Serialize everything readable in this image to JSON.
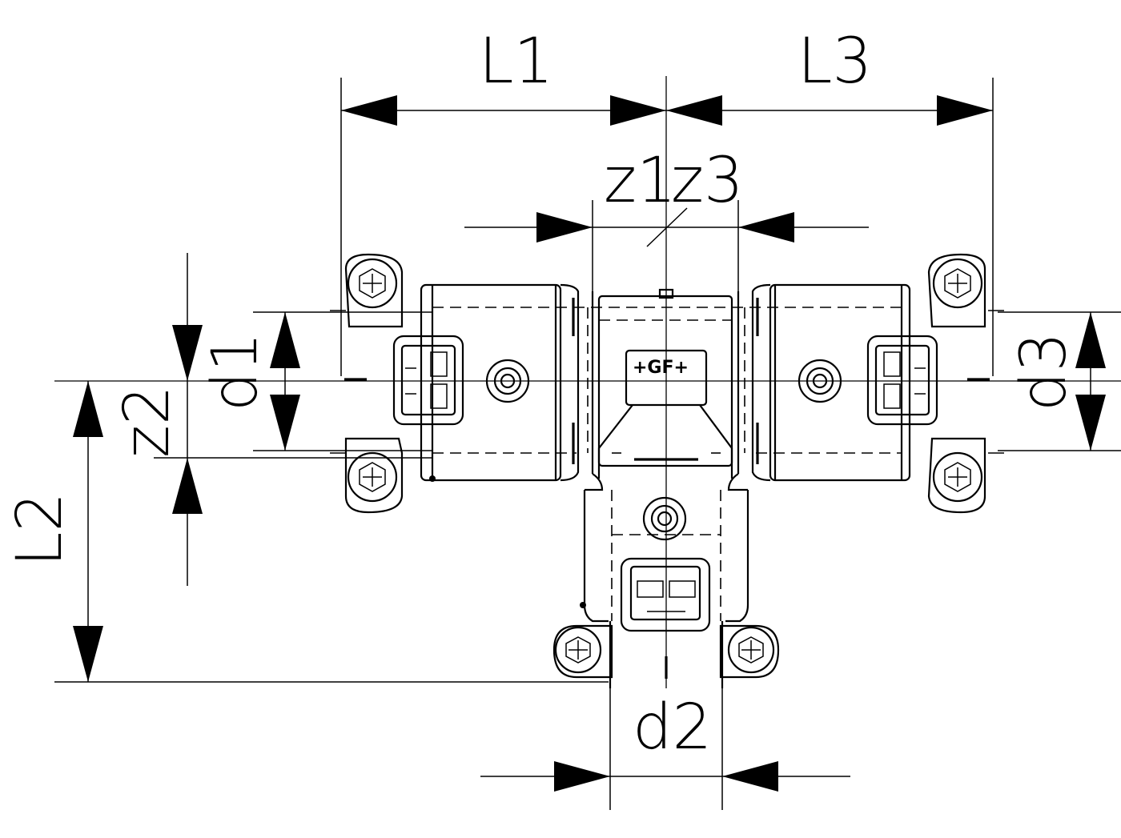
{
  "diagram": {
    "labels": {
      "L1": "L1",
      "L2": "L2",
      "L3": "L3",
      "z1": "z1",
      "z2": "z2",
      "z3": "z3",
      "d1": "d1",
      "d2": "d2",
      "d3": "d3"
    },
    "logo": "+GF+"
  }
}
